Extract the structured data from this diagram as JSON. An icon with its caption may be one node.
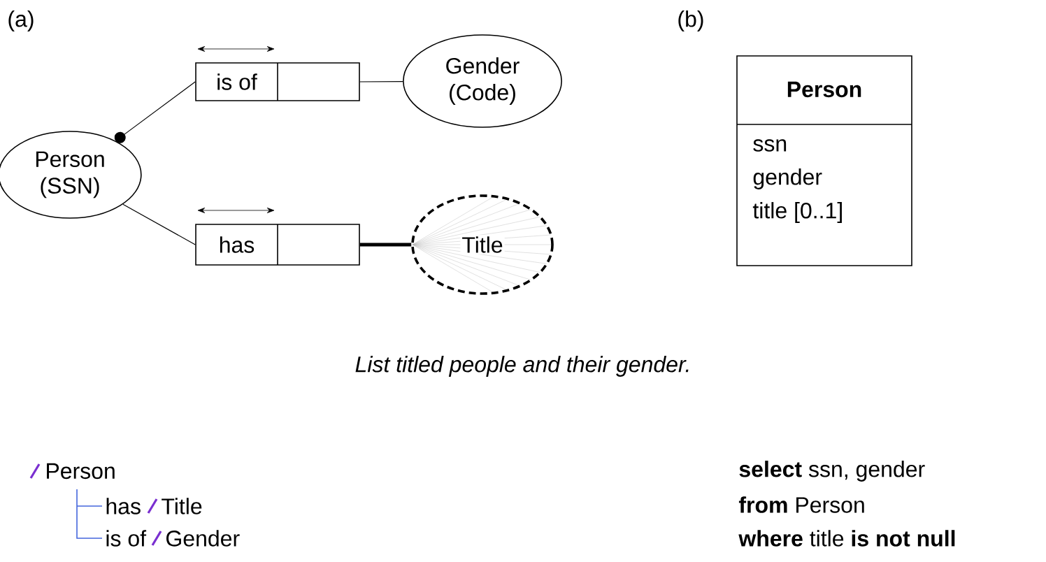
{
  "diagram": {
    "caption": "List titled people and their gender.",
    "nodes": [
      {
        "text": [
          "Person (SSN)"
        ]
      },
      {
        "text": [
          "is of"
        ]
      },
      {
        "text": [
          "Gender (Code)"
        ]
      },
      {
        "text": [
          "has"
        ]
      },
      {
        "text": [
          "Title"
        ]
      },
      {
        "text": [
          "Person",
          "ssn",
          "gender",
          "title [0..1]"
        ]
      }
    ],
    "edges": [
      {
        "from": 0,
        "to": 1,
        "arrow": "other"
      },
      {
        "from": 1,
        "to": 2,
        "arrow": "none"
      },
      {
        "from": 0,
        "to": 3,
        "arrow": "none"
      },
      {
        "from": 3,
        "to": 4,
        "arrow": "none",
        "style": "thick"
      }
    ],
    "labels": [
      "(a)",
      "(b)",
      "Person",
      "**select** ssn, gender",
      "has",
      "Title",
      "**from** Person",
      "is of",
      "Gender",
      "**where** title **is not null**"
    ]
  }
}
